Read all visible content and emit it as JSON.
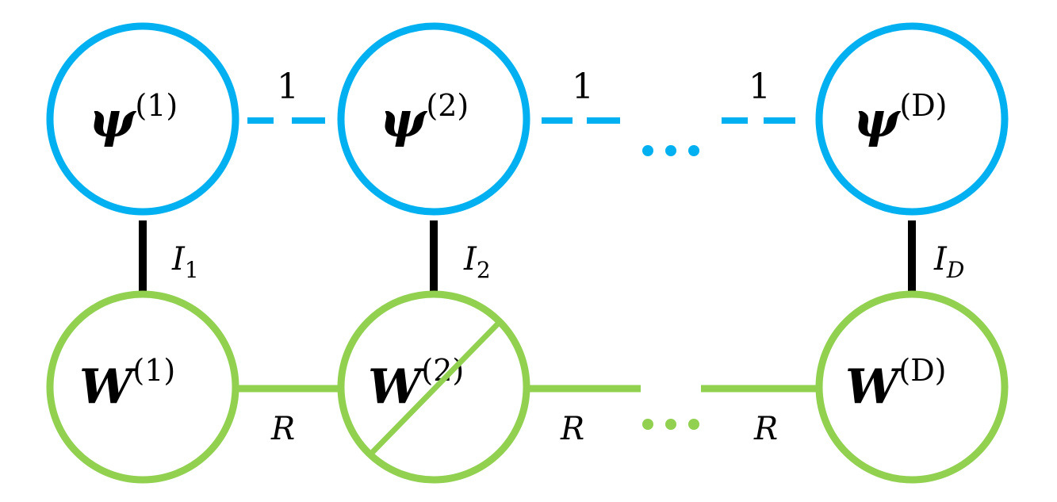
{
  "colors": {
    "psi": "#00b0f0",
    "w": "#92d050",
    "vertical": "#000000",
    "text": "#000000"
  },
  "psi_nodes": [
    {
      "symbol": "ψ",
      "sup": "(1)"
    },
    {
      "symbol": "ψ",
      "sup": "(2)"
    },
    {
      "symbol": "ψ",
      "sup": "(D)"
    }
  ],
  "w_nodes": [
    {
      "symbol": "W",
      "sup": "(1)"
    },
    {
      "symbol": "W",
      "sup": "(2)",
      "crossed": true
    },
    {
      "symbol": "W",
      "sup": "(D)"
    }
  ],
  "psi_edge_labels": [
    "1",
    "1",
    "1"
  ],
  "vertical_edges": [
    {
      "label": "I",
      "sub": "1"
    },
    {
      "label": "I",
      "sub": "2"
    },
    {
      "label": "I",
      "sub": "D"
    }
  ],
  "w_edge_labels": [
    "R",
    "R",
    "R"
  ],
  "ellipsis": "..."
}
